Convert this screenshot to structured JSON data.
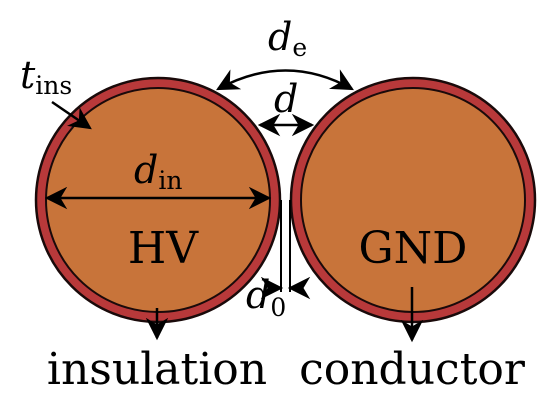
{
  "colors": {
    "insulation": "#b8393a",
    "conductor": "#c8743a",
    "outline": "#1a0a0a",
    "background": "#ffffff"
  },
  "labels": {
    "hv": "HV",
    "gnd": "GND",
    "insulation": "insulation",
    "conductor": "conductor",
    "t_ins_main": "t",
    "t_ins_sub": "ins",
    "d_in_main": "d",
    "d_in_sub": "in",
    "d_e_main": "d",
    "d_e_sub": "e",
    "d_main": "d",
    "d0_main": "d",
    "d0_sub": "0"
  }
}
